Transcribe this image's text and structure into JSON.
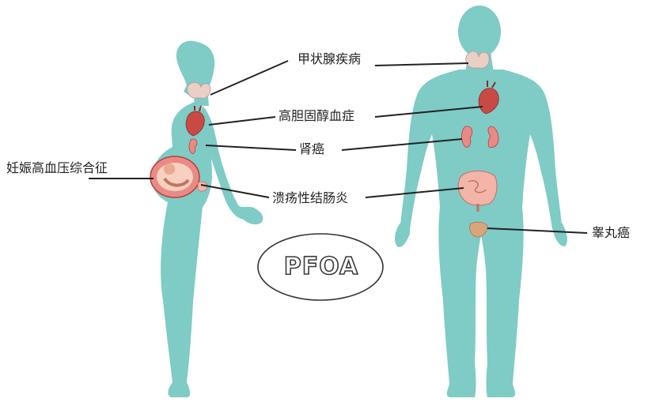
{
  "center_label": "PFOA",
  "conditions": {
    "thyroid": "甲状腺疾病",
    "cholesterol": "高胆固醇血症",
    "kidney_cancer": "肾癌",
    "preeclampsia": "妊娠高血压综合征",
    "colitis": "溃疡性结肠炎",
    "testicular_cancer": "睾丸癌"
  },
  "colors": {
    "body": "#7fcbc6",
    "organ": "#e98a86",
    "organ_dark": "#b8413c",
    "leader_line": "#222222"
  }
}
